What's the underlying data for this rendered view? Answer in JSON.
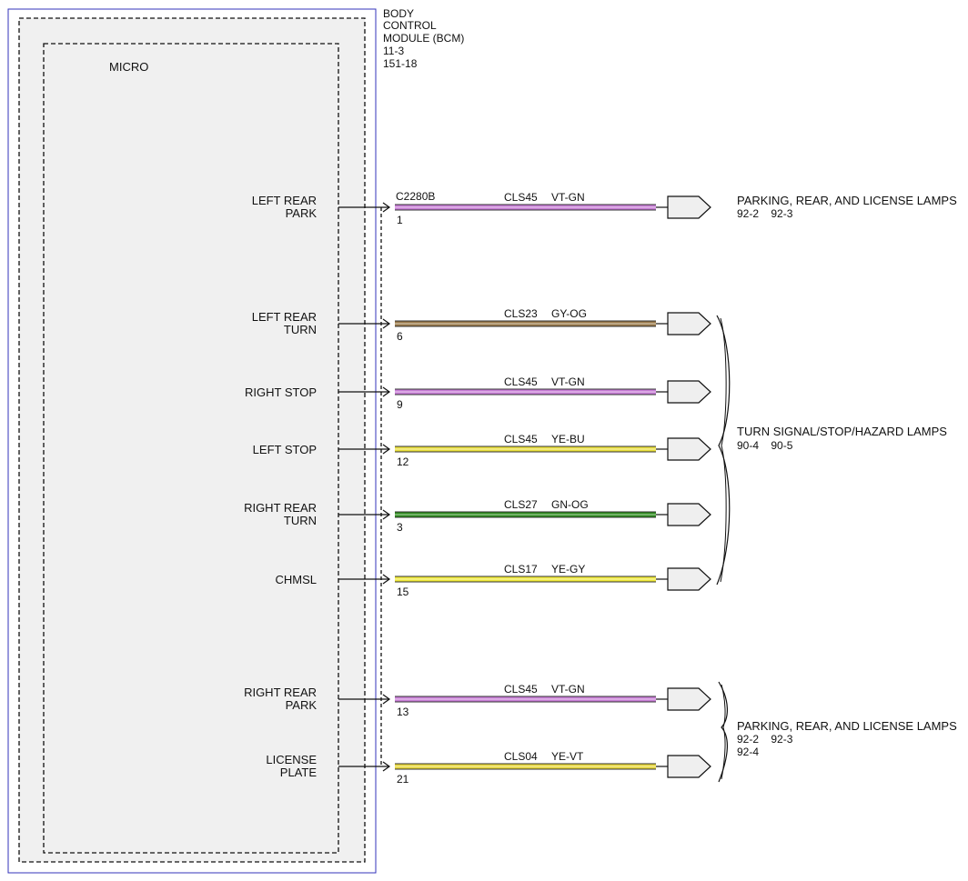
{
  "module": {
    "title_lines": [
      "BODY",
      "CONTROL",
      "MODULE (BCM)",
      "11-3",
      "151-18"
    ],
    "inner_label": "MICRO",
    "connector": "C2280B"
  },
  "circuits": [
    {
      "label_lines": [
        "LEFT REAR",
        "PARK"
      ],
      "pin": "1",
      "circuit": "CLS45",
      "color_code": "VT-GN",
      "wire_color": "#c77dd6"
    },
    {
      "label_lines": [
        "LEFT REAR",
        "TURN"
      ],
      "pin": "6",
      "circuit": "CLS23",
      "color_code": "GY-OG",
      "wire_color": "#9a7a4a"
    },
    {
      "label_lines": [
        "RIGHT STOP"
      ],
      "pin": "9",
      "circuit": "CLS45",
      "color_code": "VT-GN",
      "wire_color": "#c77dd6"
    },
    {
      "label_lines": [
        "LEFT STOP"
      ],
      "pin": "12",
      "circuit": "CLS45",
      "color_code": "YE-BU",
      "wire_color": "#e8de3c"
    },
    {
      "label_lines": [
        "RIGHT REAR",
        "TURN"
      ],
      "pin": "3",
      "circuit": "CLS27",
      "color_code": "GN-OG",
      "wire_color": "#2e8b1e"
    },
    {
      "label_lines": [
        "CHMSL"
      ],
      "pin": "15",
      "circuit": "CLS17",
      "color_code": "YE-GY",
      "wire_color": "#efe83a"
    },
    {
      "label_lines": [
        "RIGHT REAR",
        "PARK"
      ],
      "pin": "13",
      "circuit": "CLS45",
      "color_code": "VT-GN",
      "wire_color": "#c77dd6"
    },
    {
      "label_lines": [
        "LICENSE",
        "PLATE"
      ],
      "pin": "21",
      "circuit": "CLS04",
      "color_code": "YE-VT",
      "wire_color": "#e6d63a"
    }
  ],
  "destinations": [
    {
      "name": "PARKING, REAR, AND LICENSE LAMPS",
      "refs": [
        "92-2    92-3"
      ]
    },
    {
      "name": "TURN SIGNAL/STOP/HAZARD LAMPS",
      "refs": [
        "90-4    90-5"
      ]
    },
    {
      "name": "PARKING, REAR, AND LICENSE LAMPS",
      "refs": [
        "92-2    92-3",
        "92-4"
      ]
    }
  ]
}
